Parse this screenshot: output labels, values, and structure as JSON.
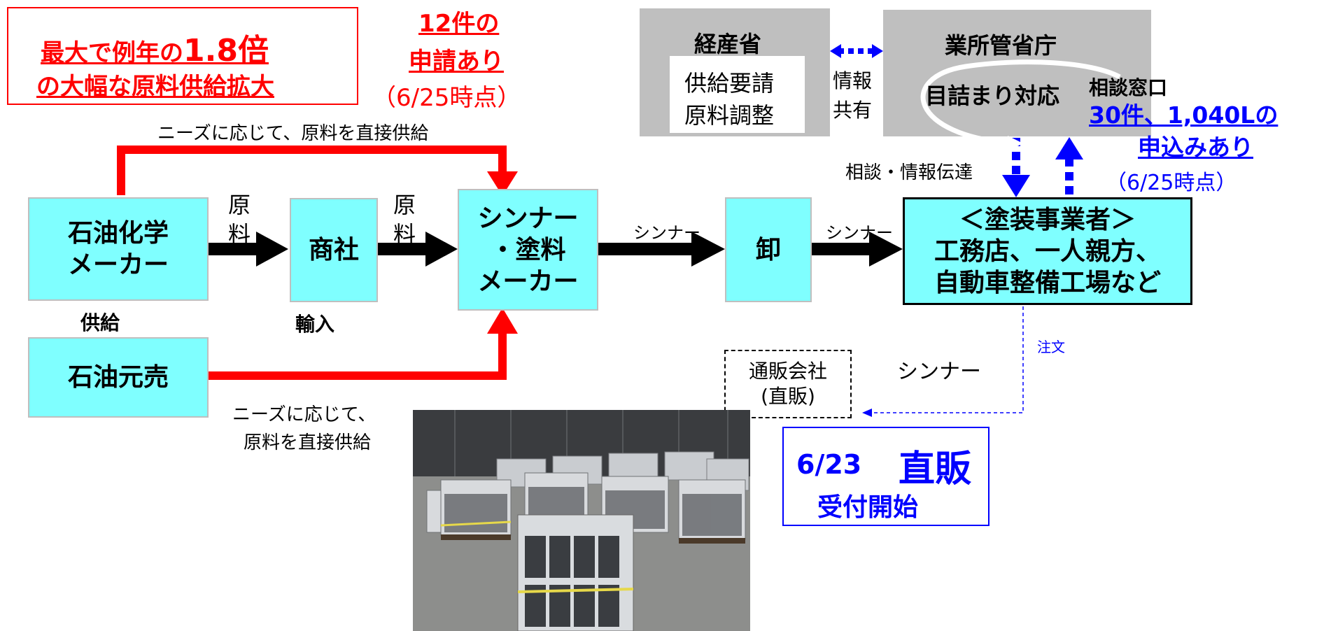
{
  "headline_box": {
    "line1_prefix": "最大で例年の",
    "line1_big": "1.8倍",
    "line2": "の大幅な原料供給拡大",
    "color": "#ff0000"
  },
  "applications": {
    "line1": "12件の",
    "line2": "申請あり",
    "date": "（6/25時点）"
  },
  "top_route_label": "ニーズに応じて、原料を直接供給",
  "bottom_route_label": {
    "line1": "ニーズに応じて、",
    "line2": "原料を直接供給"
  },
  "nodes": {
    "petrochem": {
      "line1": "石油化学",
      "line2": "メーカー"
    },
    "trading": "商社",
    "thinner_maker": {
      "line1": "シンナー",
      "line2": "・塗料",
      "line3": "メーカー"
    },
    "wholesale": "卸",
    "painters": {
      "line1": "＜塗装事業者＞",
      "line2": "工務店、一人親方、",
      "line3": "自動車整備工場など"
    },
    "oil_distributor": "石油元売"
  },
  "edge_labels": {
    "raw1_a": "原",
    "raw1_b": "料",
    "raw2_a": "原",
    "raw2_b": "料",
    "thinner1": "シンナー",
    "thinner2": "シンナー",
    "thinner3": "シンナー",
    "supply": "供給",
    "import": "輸入",
    "consult": "相談・情報伝達",
    "order": "注文",
    "info_share_1": "情報",
    "info_share_2": "共有"
  },
  "ministry": {
    "meti": "経産省",
    "meti_task1": "供給要請",
    "meti_task2": "原料調整",
    "agencies": "業所管省庁",
    "bottleneck": "目詰まり対応"
  },
  "consult_window": {
    "title": "相談窓口",
    "line1": "30件、1,040Lの",
    "line2": "申込みあり",
    "date": "（6/25時点）"
  },
  "mail_order": {
    "line1": "通販会社",
    "line2": "(直販)"
  },
  "direct_sales": {
    "date": "6/23",
    "title": "直販",
    "sub": "受付開始"
  },
  "photo": {
    "description_icon": "warehouse-pallets-photo"
  },
  "colors": {
    "node_fill": "#7fffff",
    "red": "#ff0000",
    "blue": "#0000ff",
    "gray": "#bfbfbf"
  }
}
